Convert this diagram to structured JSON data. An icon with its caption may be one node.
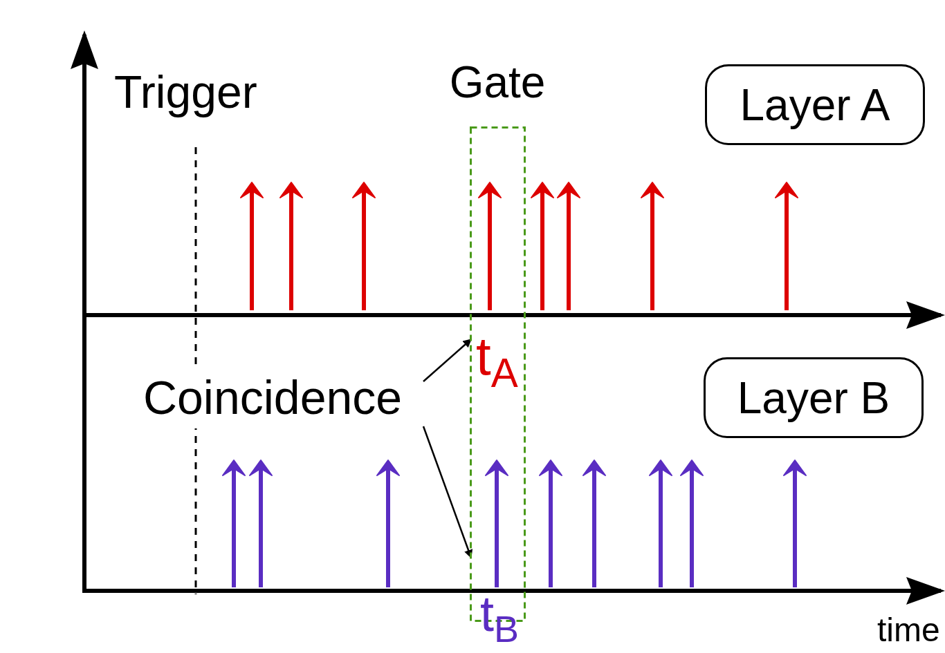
{
  "diagram": {
    "nodes": [
      {
        "text": [
          "Gate"
        ]
      },
      {
        "text": [
          "Layer A"
        ]
      },
      {
        "text": [
          "Layer B"
        ]
      },
      {
        "text": [
          "Coincidence"
        ]
      }
    ],
    "edges": [
      {
        "from": 3,
        "to": 0,
        "arrow": "to"
      },
      {
        "from": 3,
        "to": 0,
        "arrow": "to"
      }
    ],
    "labels": [
      "Trigger",
      "t$_{A}$",
      "t$_{B}$",
      "time"
    ]
  }
}
